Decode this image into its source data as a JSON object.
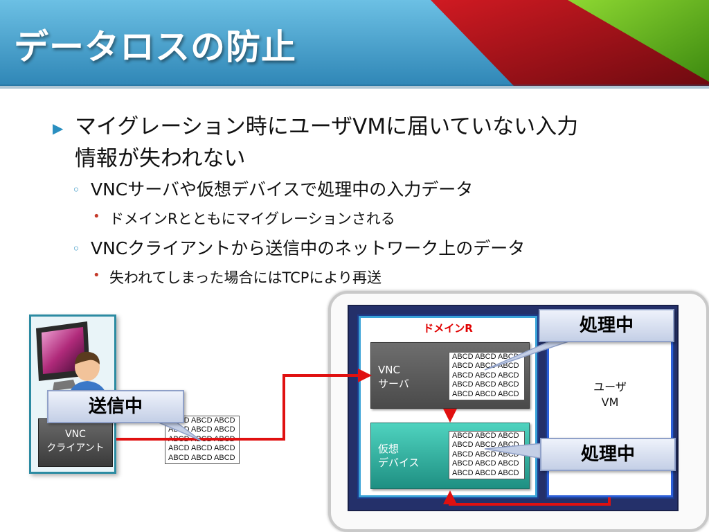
{
  "title": "データロスの防止",
  "bullets": {
    "b1_line1": "マイグレーション時にユーザVMに届いていない入力",
    "b1_line2": "情報が失われない",
    "b2a": "VNCサーバや仮想デバイスで処理中の入力データ",
    "b3a": "ドメインRとともにマイグレーションされる",
    "b2b": "VNCクライアントから送信中のネットワーク上のデータ",
    "b3b": "失われてしまった場合にはTCPにより再送"
  },
  "diagram": {
    "domain_label": "ドメインR",
    "vnc_server_line1": "VNC",
    "vnc_server_line2": "サーバ",
    "vdev_line1": "仮想",
    "vdev_line2": "デバイス",
    "uservm_line1": "ユーザ",
    "uservm_line2": "VM",
    "client_line1": "VNC",
    "client_line2": "クライアント",
    "callout_processing_1": "処理中",
    "callout_processing_2": "処理中",
    "callout_sending": "送信中",
    "queue_server": [
      "ABCD ABCD ABCD",
      "ABCD ABCD ABCD",
      "ABCD ABCD ABCD",
      "ABCD ABCD ABCD",
      "ABCD ABCD ABCD"
    ],
    "queue_vdev": [
      "ABCD ABCD ABCD",
      "ABCD ABCD ABCD",
      "ABCD ABCD ABCD",
      "ABCD ABCD ABCD",
      "ABCD ABCD ABCD"
    ],
    "queue_client": [
      "ABCD ABCD ABCD",
      "ABCD ABCD ABCD",
      "ABCD ABCD ABCD",
      "ABCD ABCD ABCD",
      "ABCD ABCD ABCD"
    ]
  },
  "colors": {
    "banner_blue": "#3b9ccc",
    "accent_red": "#b3121b",
    "accent_green": "#5fb41c",
    "arrow_red": "#e01010",
    "bullet_blue": "#2a8fc0",
    "bullet_red": "#c43a2a"
  }
}
